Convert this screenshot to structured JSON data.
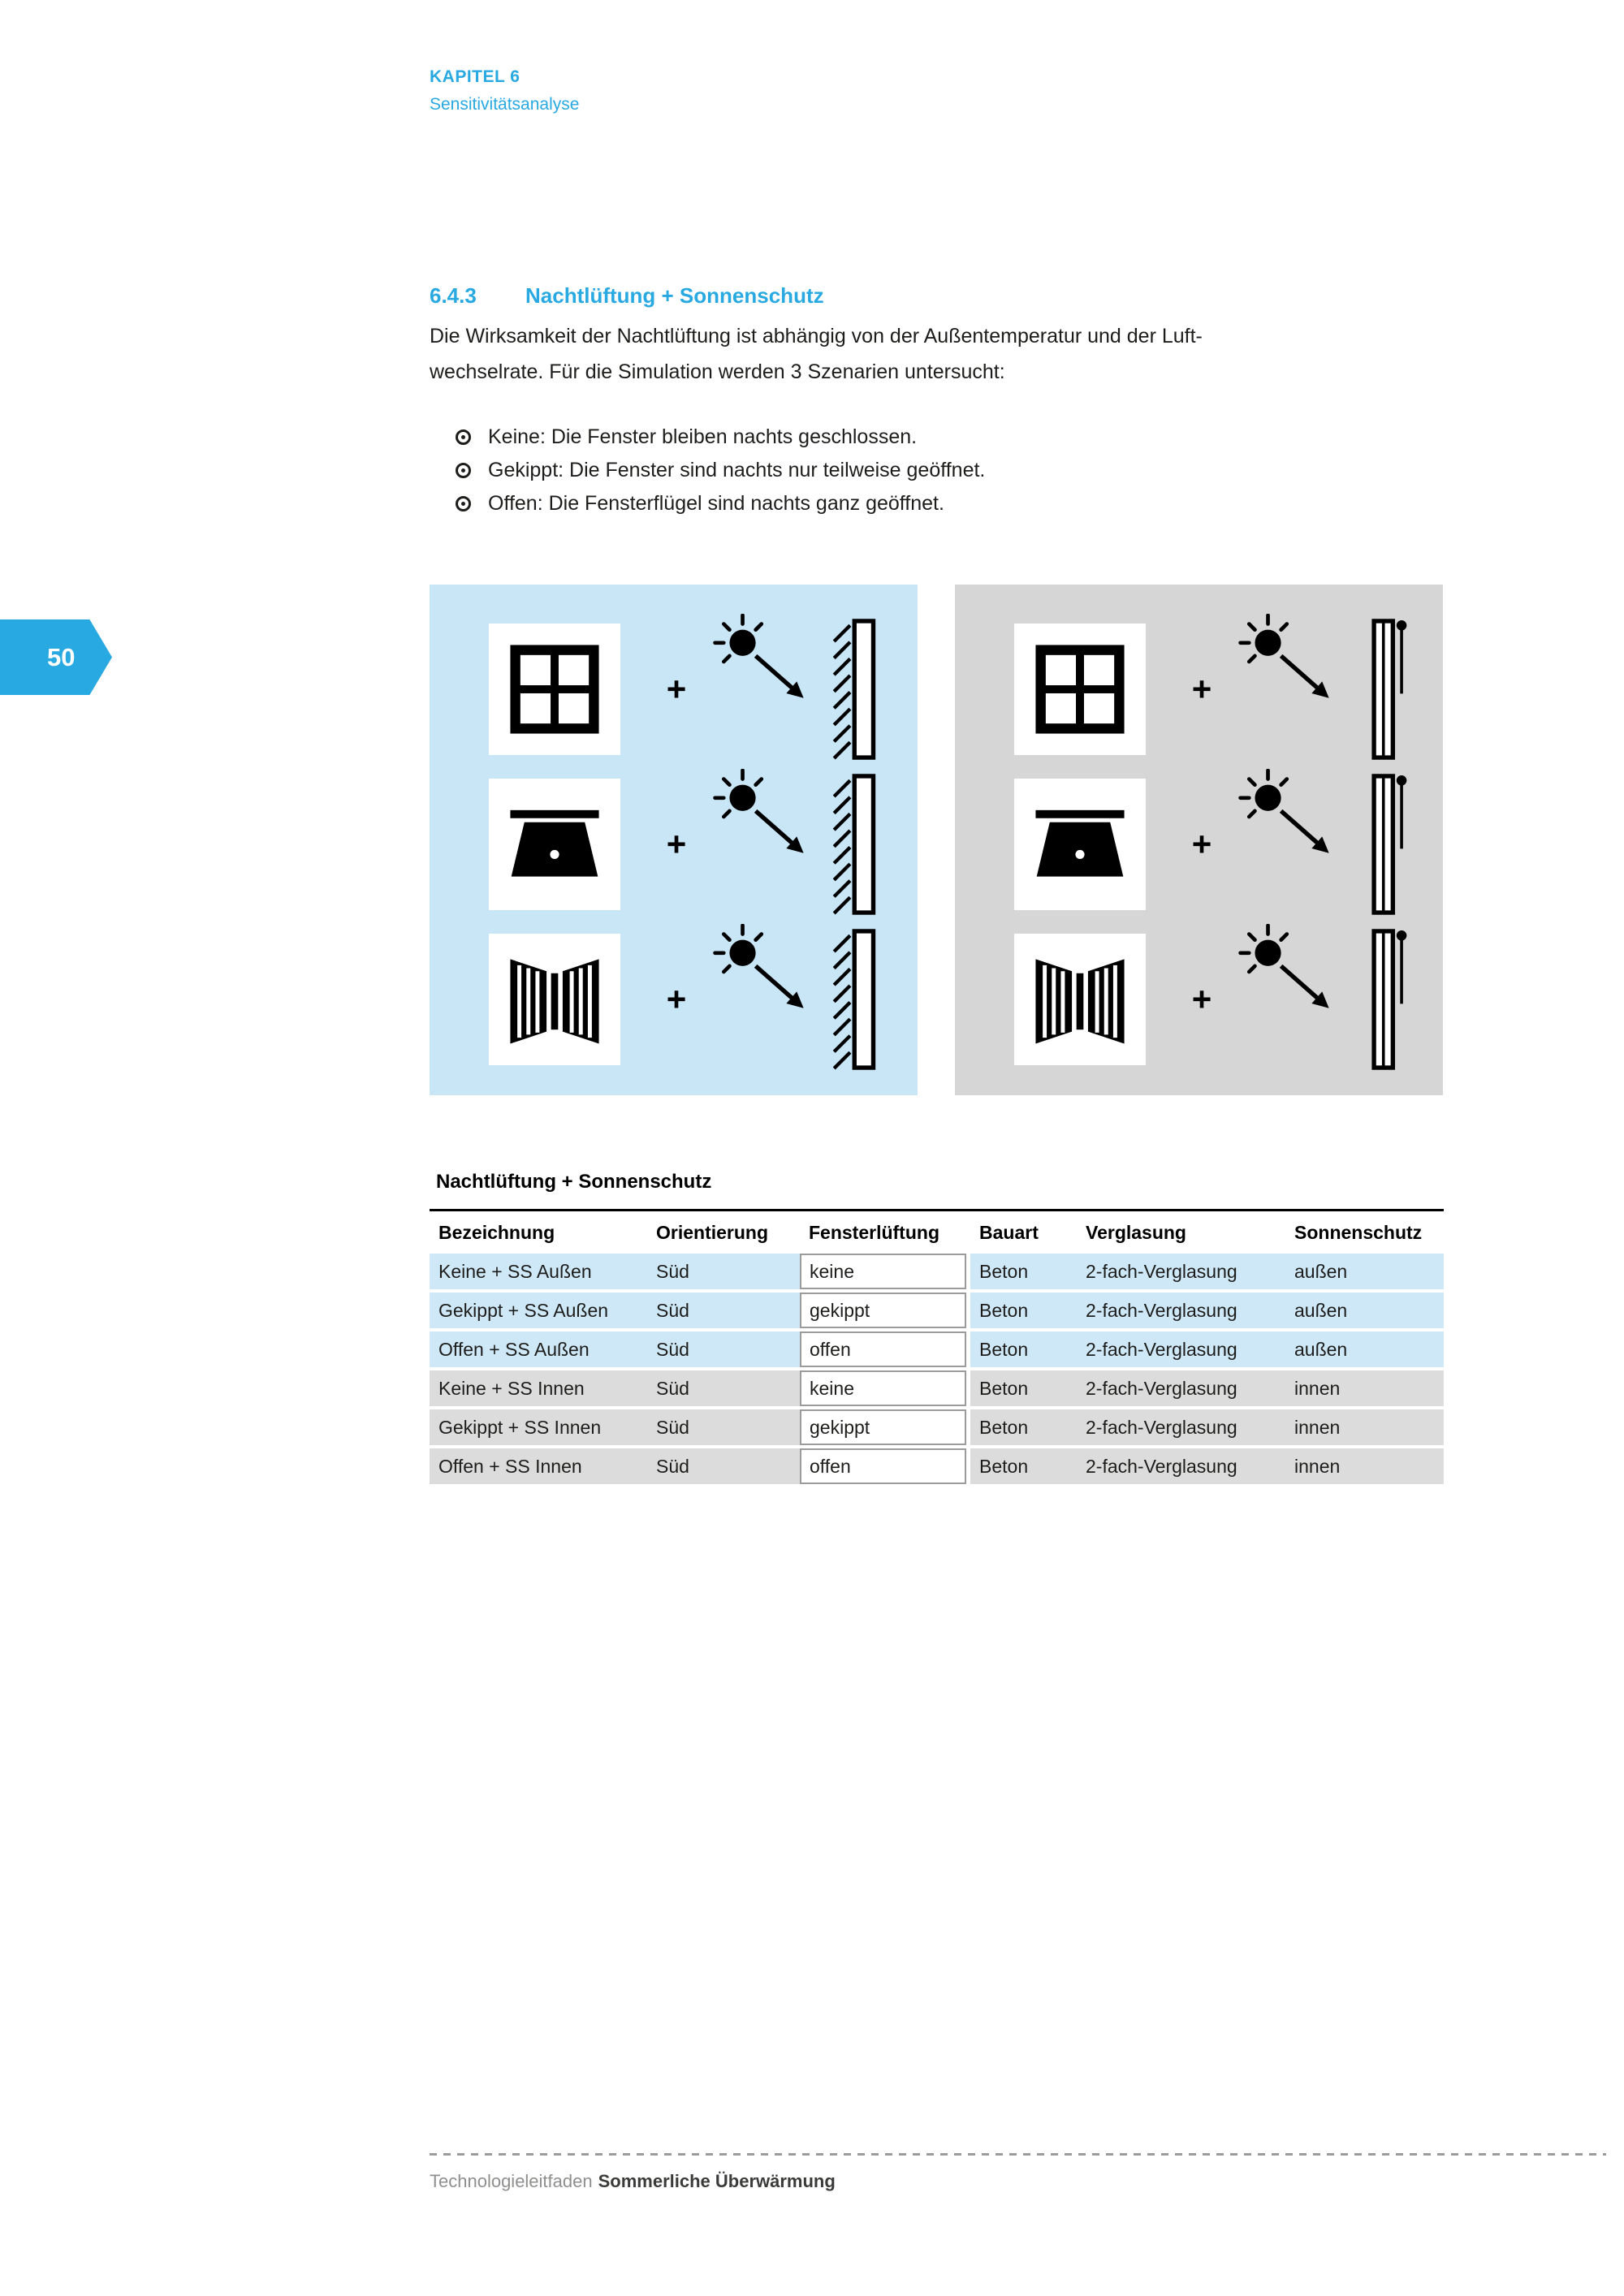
{
  "page": {
    "number": "50"
  },
  "header": {
    "chapter": "KAPITEL 6",
    "section_label": "Sensitivitätsanalyse"
  },
  "section": {
    "number": "6.4.3",
    "title": "Nachtlüftung + Sonnenschutz"
  },
  "intro": {
    "lines": [
      "Die Wirksamkeit der Nachtlüftung ist abhängig von der Außentemperatur und der Luft-",
      "wechselrate. Für die Simulation werden 3 Szenarien untersucht:"
    ]
  },
  "bullets": [
    "Keine: Die Fenster bleiben nachts geschlossen.",
    "Gekippt: Die Fenster sind nachts nur teilweise geöffnet.",
    "Offen: Die Fensterflügel sind nachts ganz geöffnet."
  ],
  "figure": {
    "plus": "+",
    "left_panel": {
      "background": "#c9e6f7",
      "shading": "external",
      "icons": [
        "closed-window-icon",
        "tilted-window-icon",
        "open-window-icon",
        "sun-icon",
        "external-shading-icon"
      ]
    },
    "right_panel": {
      "background": "#d6d6d6",
      "shading": "internal",
      "icons": [
        "closed-window-icon",
        "tilted-window-icon",
        "open-window-icon",
        "sun-icon",
        "internal-shading-icon"
      ]
    }
  },
  "table": {
    "title": "Nachtlüftung + Sonnenschutz",
    "headers": [
      "Bezeichnung",
      "Orientierung",
      "Fensterlüftung",
      "Bauart",
      "Verglasung",
      "Sonnenschutz"
    ],
    "rows": [
      {
        "cells": [
          "Keine + SS Außen",
          "Süd",
          "keine",
          "Beton",
          "2-fach-Verglasung",
          "außen"
        ]
      },
      {
        "cells": [
          "Gekippt + SS Außen",
          "Süd",
          "gekippt",
          "Beton",
          "2-fach-Verglasung",
          "außen"
        ]
      },
      {
        "cells": [
          "Offen + SS Außen",
          "Süd",
          "offen",
          "Beton",
          "2-fach-Verglasung",
          "außen"
        ]
      },
      {
        "cells": [
          "Keine + SS Innen",
          "Süd",
          "keine",
          "Beton",
          "2-fach-Verglasung",
          "innen"
        ]
      },
      {
        "cells": [
          "Gekippt + SS Innen",
          "Süd",
          "gekippt",
          "Beton",
          "2-fach-Verglasung",
          "innen"
        ]
      },
      {
        "cells": [
          "Offen + SS Innen",
          "Süd",
          "offen",
          "Beton",
          "2-fach-Verglasung",
          "innen"
        ]
      }
    ]
  },
  "footer": {
    "prefix": "Technologieleitfaden",
    "title": "Sommerliche Überwärmung"
  },
  "colors": {
    "accent": "#29a9e1",
    "panel_blue": "#c9e6f7",
    "panel_gray": "#d6d6d6",
    "row_blue": "#cfe8f7",
    "row_gray": "#dcdcdc"
  }
}
